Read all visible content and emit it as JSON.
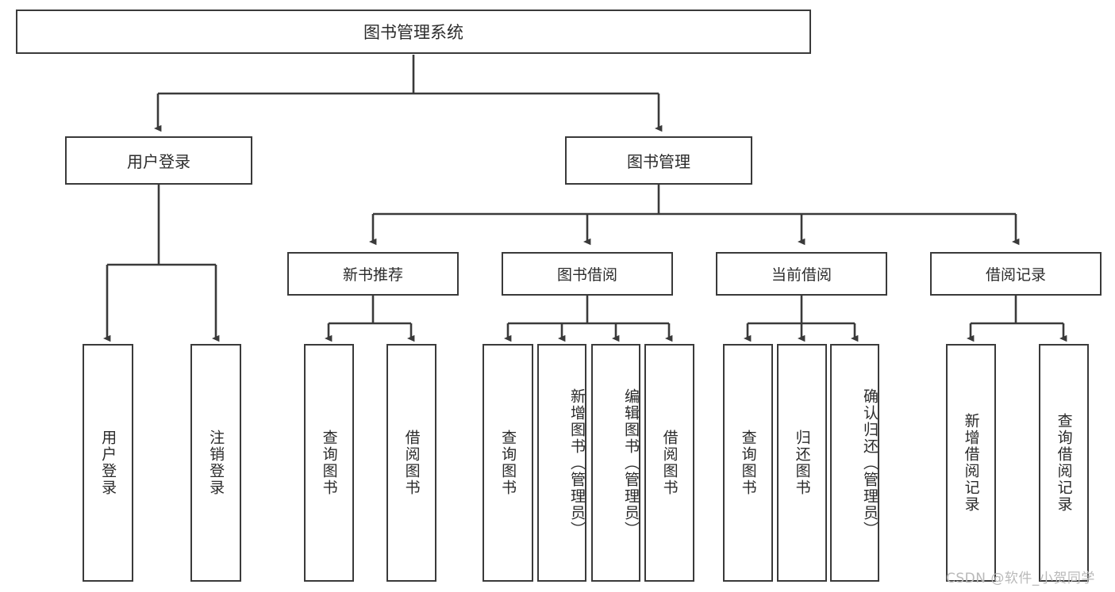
{
  "diagram": {
    "title": "图书管理系统",
    "type": "tree-hierarchy",
    "root": {
      "label": "图书管理系统"
    },
    "level2": [
      {
        "label": "用户登录"
      },
      {
        "label": "图书管理"
      }
    ],
    "level3": [
      {
        "label": "新书推荐"
      },
      {
        "label": "图书借阅"
      },
      {
        "label": "当前借阅"
      },
      {
        "label": "借阅记录"
      }
    ],
    "leaves": {
      "user_login": [
        {
          "label": "用户登录"
        },
        {
          "label": "注销登录"
        }
      ],
      "new_book": [
        {
          "label": "查询图书"
        },
        {
          "label": "借阅图书"
        }
      ],
      "book_borrow": [
        {
          "label": "查询图书"
        },
        {
          "label": "新增图书（管理员）"
        },
        {
          "label": "编辑图书（管理员）"
        },
        {
          "label": "借阅图书"
        }
      ],
      "current_borrow": [
        {
          "label": "查询图书"
        },
        {
          "label": "归还图书"
        },
        {
          "label": "确认归还（管理员）"
        }
      ],
      "borrow_record": [
        {
          "label": "新增借阅记录"
        },
        {
          "label": "查询借阅记录"
        }
      ]
    }
  },
  "watermark": {
    "text": "CSDN @软件_小贺同学"
  },
  "colors": {
    "stroke": "#3a3a3a",
    "background": "#ffffff",
    "text": "#2b2b2b",
    "watermark": "#b9b9b9"
  }
}
